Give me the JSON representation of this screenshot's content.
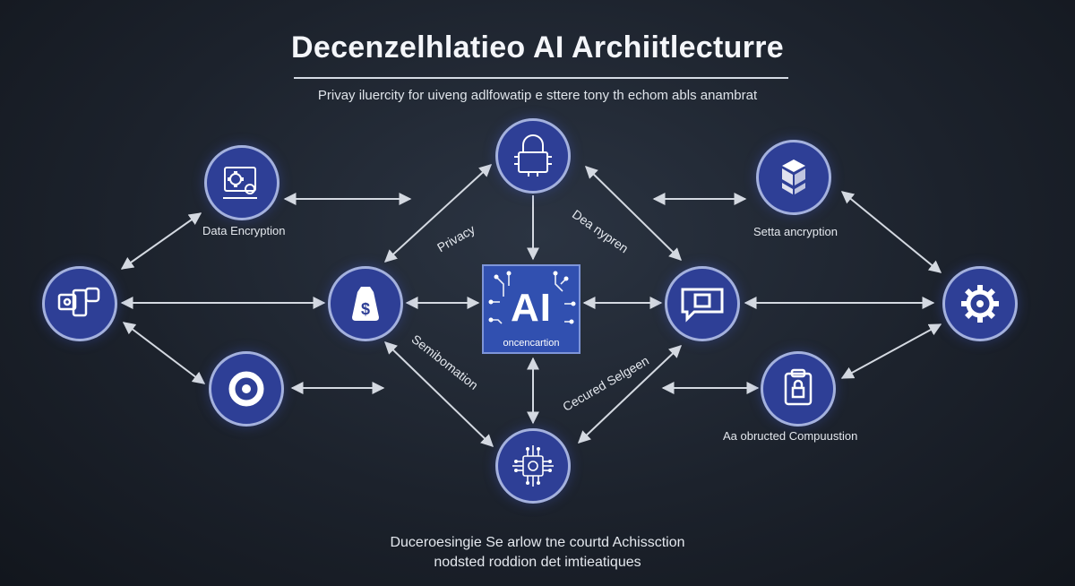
{
  "header": {
    "title": "Decenzelhlatieo AI Archiitlecturre",
    "subtitle": "Privay iluercity for uiveng adlfowatip e sttere tony th echom abls anambrat"
  },
  "core": {
    "title": "AI",
    "subtitle": "oncencartion"
  },
  "labels": {
    "data_encryption": "Data Encryption",
    "setta_encryption": "Setta ancryption",
    "computation": "Aa obructed Compuustion"
  },
  "edge_labels": {
    "privacy": "Privacy",
    "data_nypren": "Dea nypren",
    "semibomation": "Semibomation",
    "secured_selgeen": "Cecured Selgeen"
  },
  "footer": {
    "line1": "Duceroesingie Se arlow tne courtd Achissction",
    "line2": "nodsted roddion det imtieatiques"
  },
  "colors": {
    "node_fill": "#2e3f96",
    "node_border": "#a4b1dd",
    "core_fill": "#3150b0",
    "arrow": "#d4d9e1",
    "background": "#1c222c"
  },
  "icons": {
    "top": "lock-icon",
    "upper_left": "gear-monitor-icon",
    "upper_right": "cube-stack-icon",
    "far_left": "devices-icon",
    "mid_left": "money-bag-icon",
    "mid_right": "chat-bubble-icon",
    "far_right": "gear-icon",
    "lower_left": "target-icon",
    "lower_right": "clipboard-lock-icon",
    "bottom": "circuit-chip-icon"
  }
}
